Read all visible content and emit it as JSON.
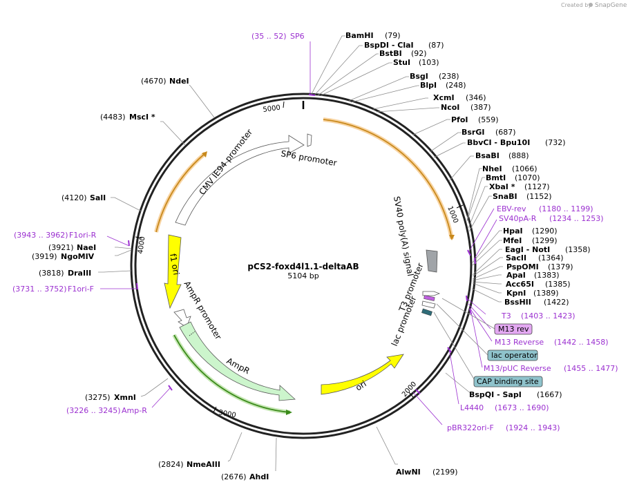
{
  "header": {
    "credit": "Created by",
    "brand": "SnapGene"
  },
  "plasmid": {
    "name": "pCS2-foxd4l1.1-deltaAB",
    "length_label": "5104 bp",
    "length": 5104,
    "ticks": [
      "1000",
      "2000",
      "3000",
      "4000",
      "5000"
    ]
  },
  "enzymes": [
    {
      "name": "BamHI",
      "pos": "(79)"
    },
    {
      "name": "BspDI - ClaI",
      "pos": "(87)"
    },
    {
      "name": "BstBI",
      "pos": "(92)"
    },
    {
      "name": "StuI",
      "pos": "(103)"
    },
    {
      "name": "BsgI",
      "pos": "(238)"
    },
    {
      "name": "BlpI",
      "pos": "(248)"
    },
    {
      "name": "XcmI",
      "pos": "(346)"
    },
    {
      "name": "NcoI",
      "pos": "(387)"
    },
    {
      "name": "PfoI",
      "pos": "(559)"
    },
    {
      "name": "BsrGI",
      "pos": "(687)"
    },
    {
      "name": "BbvCI - Bpu10I",
      "pos": "(732)"
    },
    {
      "name": "BsaBI",
      "pos": "(888)"
    },
    {
      "name": "NheI",
      "pos": "(1066)"
    },
    {
      "name": "BmtI",
      "pos": "(1070)"
    },
    {
      "name": "XbaI *",
      "pos": "(1127)"
    },
    {
      "name": "SnaBI",
      "pos": "(1152)"
    },
    {
      "name": "HpaI",
      "pos": "(1290)"
    },
    {
      "name": "MfeI",
      "pos": "(1299)"
    },
    {
      "name": "EagI - NotI",
      "pos": "(1358)"
    },
    {
      "name": "SacII",
      "pos": "(1364)"
    },
    {
      "name": "PspOMI",
      "pos": "(1379)"
    },
    {
      "name": "ApaI",
      "pos": "(1383)"
    },
    {
      "name": "Acc65I",
      "pos": "(1385)"
    },
    {
      "name": "KpnI",
      "pos": "(1389)"
    },
    {
      "name": "BssHII",
      "pos": "(1422)"
    },
    {
      "name": "BspQI - SapI",
      "pos": "(1667)"
    },
    {
      "name": "AlwNI",
      "pos": "(2199)"
    },
    {
      "name": "AhdI",
      "pos": "(2676)"
    },
    {
      "name": "NmeAIII",
      "pos": "(2824)"
    },
    {
      "name": "XmnI",
      "pos": "(3275)"
    },
    {
      "name": "DraIII",
      "pos": "(3818)"
    },
    {
      "name": "NgoMIV",
      "pos": "(3919)"
    },
    {
      "name": "NaeI",
      "pos": "(3921)"
    },
    {
      "name": "SalI",
      "pos": "(4120)"
    },
    {
      "name": "MscI *",
      "pos": "(4483)"
    },
    {
      "name": "NdeI",
      "pos": "(4670)"
    }
  ],
  "primers": [
    {
      "name": "SP6",
      "range": "(35 .. 52)"
    },
    {
      "name": "EBV-rev",
      "range": "(1180 .. 1199)"
    },
    {
      "name": "SV40pA-R",
      "range": "(1234 .. 1253)"
    },
    {
      "name": "T3",
      "range": "(1403 .. 1423)"
    },
    {
      "name": "M13 Reverse",
      "range": "(1442 .. 1458)"
    },
    {
      "name": "M13/pUC Reverse",
      "range": "(1455 .. 1477)"
    },
    {
      "name": "L4440",
      "range": "(1673 .. 1690)"
    },
    {
      "name": "pBR322ori-F",
      "range": "(1924 .. 1943)"
    },
    {
      "name": "Amp-R",
      "range": "(3226 .. 3245)"
    },
    {
      "name": "F1ori-F",
      "range": "(3731 .. 3752)"
    },
    {
      "name": "F1ori-R",
      "range": "(3943 .. 3962)"
    }
  ],
  "boxed_labels": [
    {
      "name": "M13 rev",
      "color": "#e3a8f2"
    },
    {
      "name": "lac operator",
      "color": "#8fc3cc"
    },
    {
      "name": "CAP binding site",
      "color": "#8fc3cc"
    }
  ],
  "features": [
    {
      "name": "SP6 promoter"
    },
    {
      "name": "CMV IE94 promoter"
    },
    {
      "name": "SV40 poly(A) signal"
    },
    {
      "name": "T3 promoter"
    },
    {
      "name": "lac promoter"
    },
    {
      "name": "f1 ori"
    },
    {
      "name": "AmpR promoter"
    },
    {
      "name": "AmpR"
    },
    {
      "name": "ori"
    }
  ],
  "colors": {
    "backbone": "#222222",
    "enzyme_lead": "#8c8c8c",
    "primer": "#9b30d0",
    "ori": "#ffff00",
    "ampr": "#ccf5cc",
    "promoter": "#ffffff",
    "polyA": "#a0a4a8",
    "orf_arc": "#f0a830",
    "ampr_arc": "#3a8a1a"
  }
}
